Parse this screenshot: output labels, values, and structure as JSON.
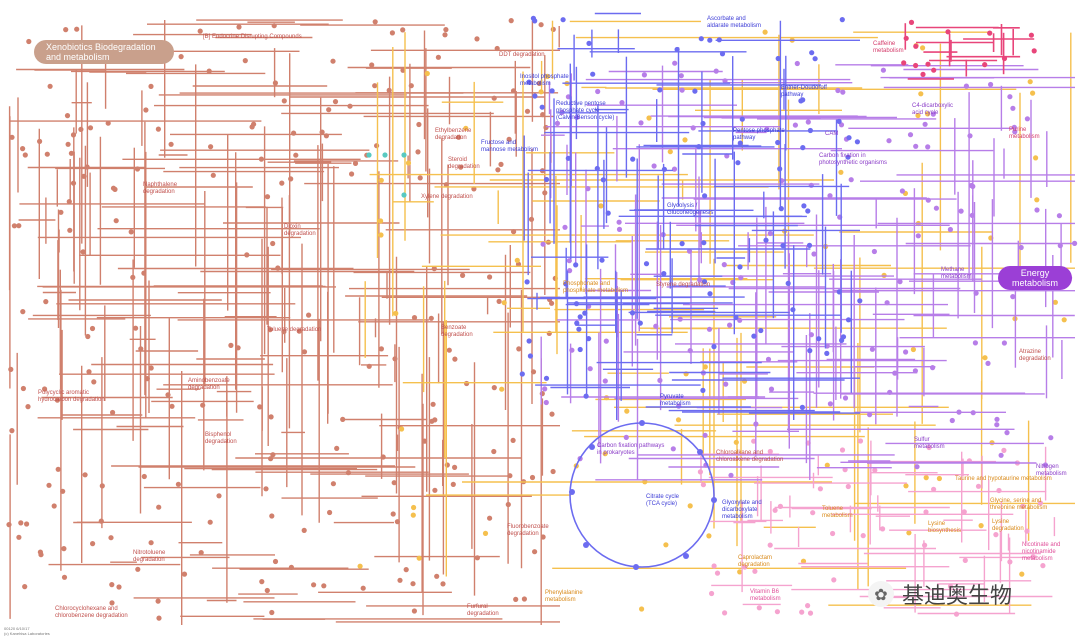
{
  "badges": {
    "xenobiotics": "Xenobiotics Biodegradation\nand metabolism",
    "energy": "Energy\nmetabolism"
  },
  "labels": {
    "endocrine": "[B] Endocrine Disrupting Compounds",
    "ddt": "DDT degradation",
    "caffeine": "Caffeine\nmetabolism",
    "ascorbate": "Ascorbate and\naldarate metabolism",
    "inositol": "Inositol phosphate\nmetabolism",
    "reductive_pentose": "Reductive pentose\nphosphate cycle\n(Calvin-Benson cycle)",
    "entner": "Entner-Doudoroff\npathway",
    "c4": "C4-dicarboxylic\nacid cycle",
    "purine": "Purine\nmetabolism",
    "ethylbenzene": "Ethylbenzene\ndegradation",
    "fructose": "Fructose and\nmannose metabolism",
    "pentose_phosphate": "Pentose phosphate\npathway",
    "cam": "CAM",
    "carbon_fix_photo": "Carbon fixation in\nphotosynthetic organisms",
    "steroid": "Steroid\ndegradation",
    "naphthalene": "Naphthalene\ndegradation",
    "xylene": "Xylene degradation",
    "glycolysis": "Glycolysis /\nGluconeogenesis",
    "dioxin": "Dioxin\ndegradation",
    "methane": "Methane\nmetabolism",
    "phosphonate": "Phosphonate and\nphosphinate metabolism",
    "styrene": "Styrene degradation",
    "toluene": "Toluene degradation",
    "benzoate": "Benzoate\ndegradation",
    "atrazine": "Atrazine\ndegradation",
    "aminobenzoate": "Aminobenzoate\ndegradation",
    "pyruvate": "Pyruvate\nmetabolism",
    "pah": "Polycyclic aromatic\nhydrocarbon degradation",
    "bisphenol": "Bisphenol\ndegradation",
    "carbon_fix_prok": "Carbon fixation pathways\nin prokaryotes",
    "chloroalkane": "Chloroalkane and\nchloroalkene degradation",
    "sulfur": "Sulfur\nmetabolism",
    "nitrogen": "Nitrogen\nmetabolism",
    "taurine": "Taurine and hypotaurine metabolism",
    "citrate": "Citrate cycle\n(TCA cycle)",
    "glyoxylate": "Glyoxylate and\ndicarboxylate\nmetabolism",
    "toluene2": "Toluene\nmetabolism",
    "glycine": "Glycine, serine and\nthreonine metabolism",
    "lysine_bio": "Lysine\nbiosynthesis",
    "lysine_deg": "Lysine\ndegradation",
    "fluorobenzoate": "Fluorobenzoate\ndegradation",
    "nitrotoluene": "Nitrotoluene\ndegradation",
    "caprolactam": "Caprolactam\ndegradation",
    "nicotinate": "Nicotinate and\nnicotinamide\nmetabolism",
    "phenylalanine": "Phenylalanine\nmetabolism",
    "vitamin_b6": "Vitamin B6\nmetabolism",
    "chlorocyclohexane": "Chlorocyclohexane and\nchlorobenzene degradation",
    "furfural": "Furfural\ndegradation"
  },
  "watermark": {
    "icon": "wechat-icon",
    "text": "基迪奥生物"
  },
  "footer": "00120 6/10/17\n(c) Kanehisa Laboratories",
  "colors": {
    "xenobiotics": "#d0806d",
    "carbohydrate": "#6c6cf0",
    "energy": "#b77ee8",
    "amino_acid": "#f5c04e",
    "nucleotide": "#e8457a",
    "cofactor": "#f5a3cf",
    "highlight_teal": "#59c9c1"
  }
}
